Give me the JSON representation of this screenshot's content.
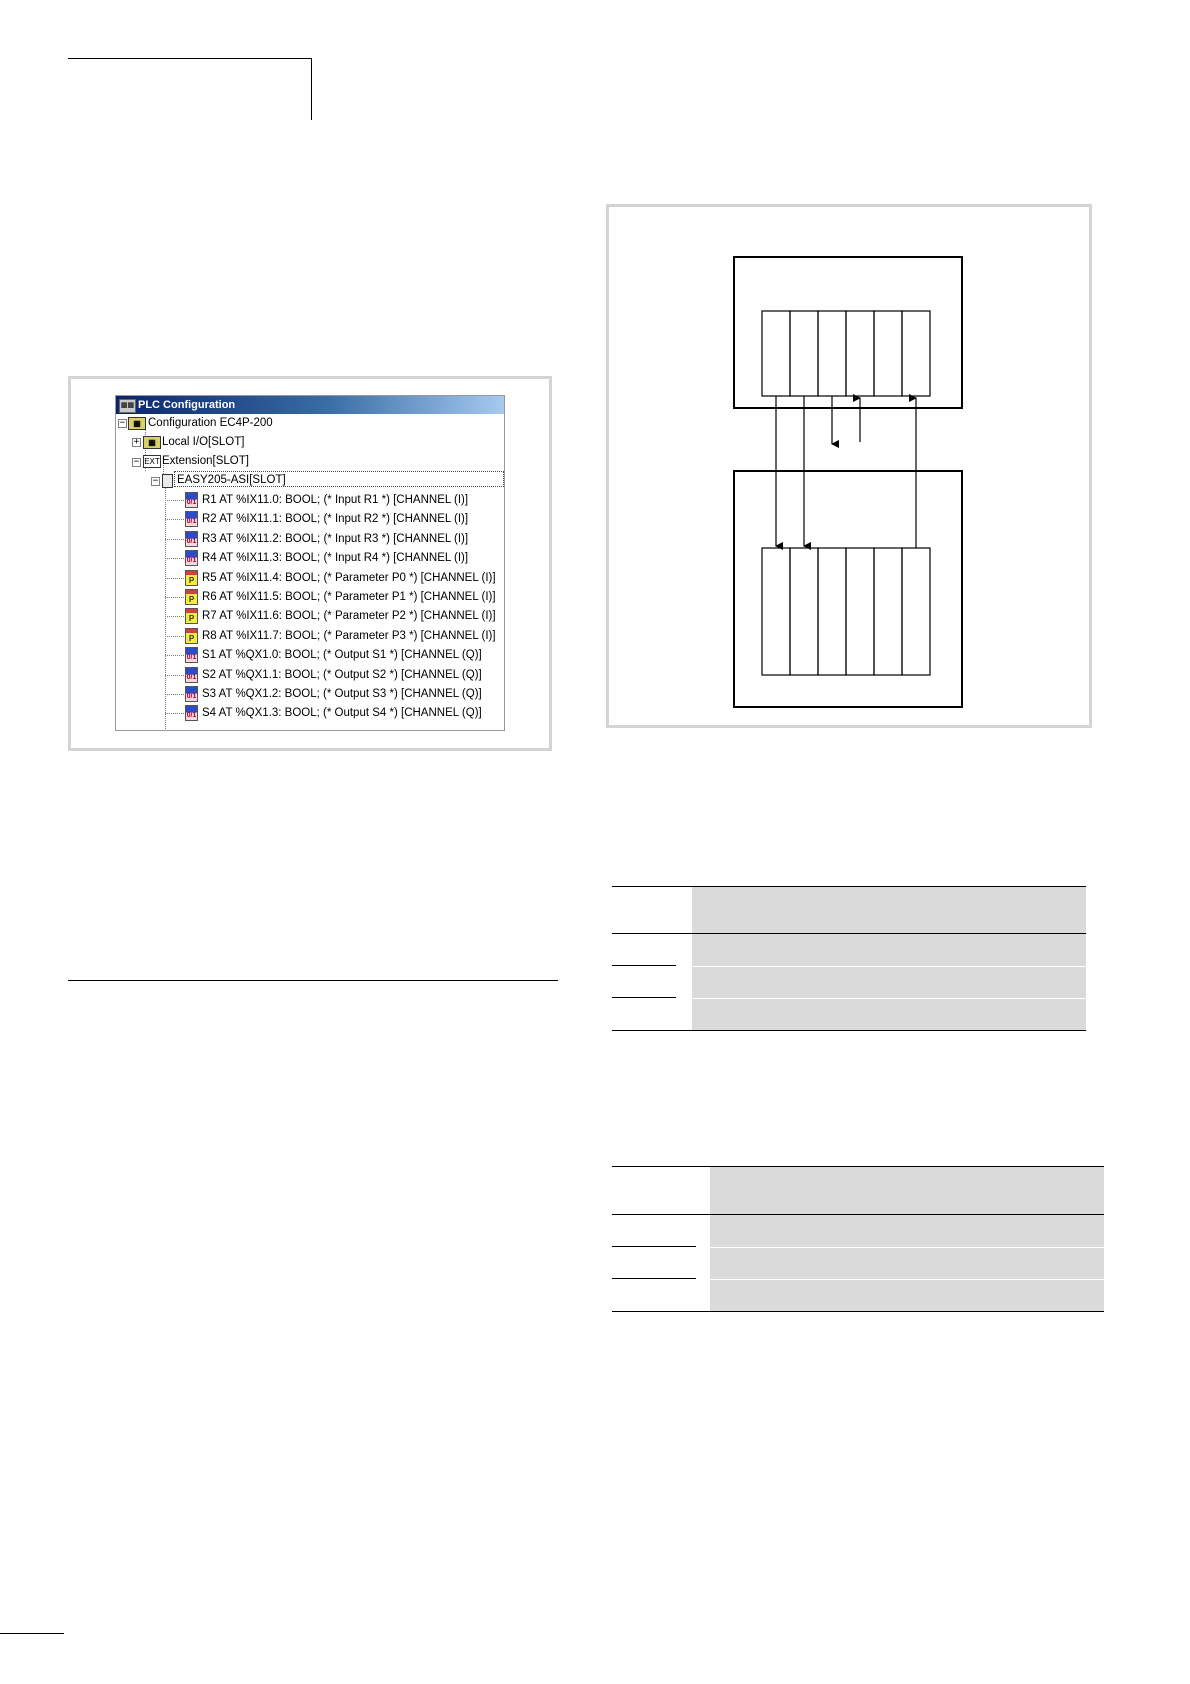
{
  "plc_window": {
    "title": "PLC Configuration",
    "title_icon": "plc-app-icon",
    "tree": {
      "root": {
        "label": "Configuration EC4P-200",
        "icon": "configuration-node-icon",
        "expander": "minus"
      },
      "local_io": {
        "label": "Local I/O[SLOT]",
        "icon": "local-io-node-icon",
        "expander": "plus"
      },
      "extension": {
        "label": "Extension[SLOT]",
        "icon": "ext-node-icon",
        "icon_text": "EXT",
        "expander": "minus"
      },
      "module": {
        "label": "EASY205-ASI[SLOT]",
        "icon": "module-node-icon",
        "expander": "minus"
      },
      "channels": [
        {
          "label": "R1 AT %IX11.0: BOOL; (* Input R1 *) [CHANNEL (I)]",
          "kind": "io"
        },
        {
          "label": "R2 AT %IX11.1: BOOL; (* Input R2 *) [CHANNEL (I)]",
          "kind": "io"
        },
        {
          "label": "R3 AT %IX11.2: BOOL; (* Input R3 *) [CHANNEL (I)]",
          "kind": "io"
        },
        {
          "label": "R4 AT %IX11.3: BOOL; (* Input R4 *) [CHANNEL (I)]",
          "kind": "io"
        },
        {
          "label": "R5 AT %IX11.4: BOOL; (* Parameter P0 *) [CHANNEL (I)]",
          "kind": "par"
        },
        {
          "label": "R6 AT %IX11.5: BOOL; (* Parameter P1 *) [CHANNEL (I)]",
          "kind": "par"
        },
        {
          "label": "R7 AT %IX11.6: BOOL; (* Parameter P2 *) [CHANNEL (I)]",
          "kind": "par"
        },
        {
          "label": "R8 AT %IX11.7: BOOL; (* Parameter P3 *) [CHANNEL (I)]",
          "kind": "par"
        },
        {
          "label": "S1 AT %QX1.0: BOOL; (* Output S1 *) [CHANNEL (Q)]",
          "kind": "io"
        },
        {
          "label": "S2 AT %QX1.1: BOOL; (* Output S2 *) [CHANNEL (Q)]",
          "kind": "io"
        },
        {
          "label": "S3 AT %QX1.2: BOOL; (* Output S3 *) [CHANNEL (Q)]",
          "kind": "io"
        },
        {
          "label": "S4 AT %QX1.3: BOOL; (* Output S4 *) [CHANNEL (Q)]",
          "kind": "io"
        }
      ],
      "io_icon_text": "0/1",
      "par_icon_text": "P"
    }
  },
  "diagram": {
    "top_block_cells": 6,
    "bottom_block_cells": 6
  },
  "colors": {
    "title_bar": "#0a246a",
    "frame_gray": "#d4d4d4",
    "table_shade": "#dadada"
  }
}
